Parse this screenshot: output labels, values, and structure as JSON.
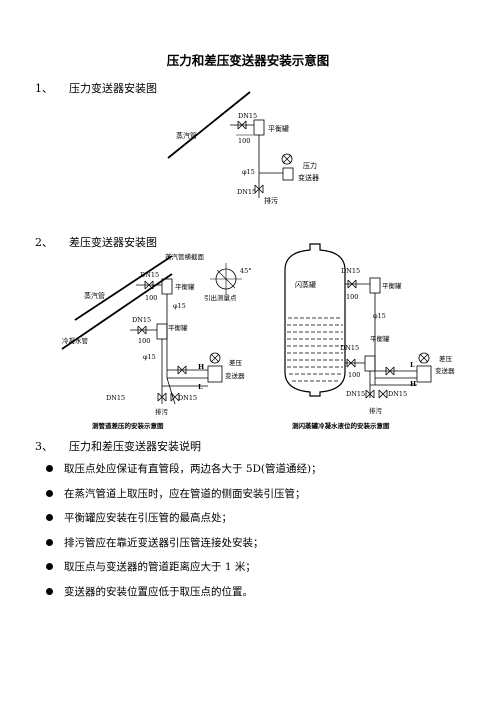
{
  "title": "压力和差压变送器安装示意图",
  "sections": [
    {
      "num": "1、",
      "label": "压力变送器安装图"
    },
    {
      "num": "2、",
      "label": "差压变送器安装图"
    },
    {
      "num": "3、",
      "label": "压力和差压变送器安装说明"
    }
  ],
  "diagram1": {
    "steam_pipe": "蒸汽管",
    "dn15_top": "DN15",
    "balance_tank": "平衡罐",
    "hundred": "100",
    "phi15": "φ15",
    "pressure": "压力",
    "transmitter": "变送器",
    "dn15_bottom": "DN15",
    "drain": "排污"
  },
  "diagram2": {
    "steam_section": "蒸汽管横截面",
    "angle": "45°",
    "tap_point": "引出测量点",
    "steam_pipe": "蒸汽管",
    "condensate_pipe": "冷凝水管",
    "dn15_a": "DN15",
    "dn15_b": "DN15",
    "balance_a": "平衡罐",
    "balance_b": "平衡罐",
    "hundred_a": "100",
    "hundred_b": "100",
    "phi15_a": "φ15",
    "phi15_b": "φ15",
    "diff_pressure": "差压",
    "transmitter": "变送器",
    "H": "H",
    "L": "L",
    "dn15_c": "DN15",
    "dn15_d": "DN15",
    "drain": "排污",
    "caption": "测管道差压的安装示意图"
  },
  "diagram3": {
    "flash_tank": "闪蒸罐",
    "dn15_a": "DN15",
    "balance_a": "平衡罐",
    "hundred_a": "100",
    "phi15": "φ15",
    "balance_b": "平衡罐",
    "dn15_b": "DN15",
    "hundred_b": "100",
    "diff_pressure": "差压",
    "transmitter": "变送器",
    "L": "L",
    "H": "H",
    "dn15_c": "DN15",
    "dn15_d": "DN15",
    "drain": "排污",
    "caption": "测闪蒸罐冷凝水液位的安装示意图"
  },
  "notes": [
    "取压点处应保证有直管段，两边各大于 5D(管道通经)；",
    "在蒸汽管道上取压时，应在管道的侧面安装引压管；",
    "平衡罐应安装在引压管的最高点处；",
    "排污管应在靠近变送器引压管连接处安装；",
    "取压点与变送器的管道距离应大于 1 米；",
    "变送器的安装位置应低于取压点的位置。"
  ]
}
